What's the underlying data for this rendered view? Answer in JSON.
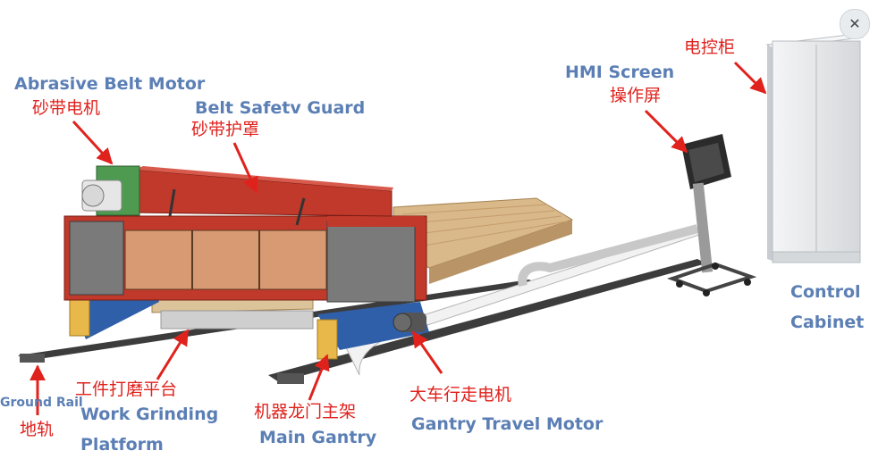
{
  "labels": {
    "abrasive_belt_motor_en": "Abrasive Belt Motor",
    "abrasive_belt_motor_zh": "砂带电机",
    "belt_safety_guard_en": "Belt Safetv Guard",
    "belt_safety_guard_zh": "砂带护罩",
    "hmi_screen_en": "HMI Screen",
    "hmi_screen_zh": "操作屏",
    "control_cabinet_zh": "电控柜",
    "control_cabinet_en_1": "Control",
    "control_cabinet_en_2": "Cabinet",
    "ground_rail_en": "Ground Rail",
    "ground_rail_zh": "地轨",
    "work_platform_zh": "工件打磨平台",
    "work_platform_en_1": "Work Grinding",
    "work_platform_en_2": "Platform",
    "main_gantry_zh": "机器龙门主架",
    "main_gantry_en": "Main Gantry",
    "gantry_motor_zh": "大车行走电机",
    "gantry_motor_en": "Gantry Travel Motor"
  },
  "controls": {
    "close_icon": "expand-close-icon"
  },
  "colors": {
    "label_en": "#5b7fb5",
    "label_zh": "#e0221d",
    "arrow": "#e0221d",
    "guard_red": "#c0392b",
    "housing_grey": "#7a7a7a",
    "wood": "#d9b88a",
    "blue_base": "#2f5fa8",
    "yellow_box": "#e8b84a",
    "cabinet_grey": "#e6e8ea"
  }
}
